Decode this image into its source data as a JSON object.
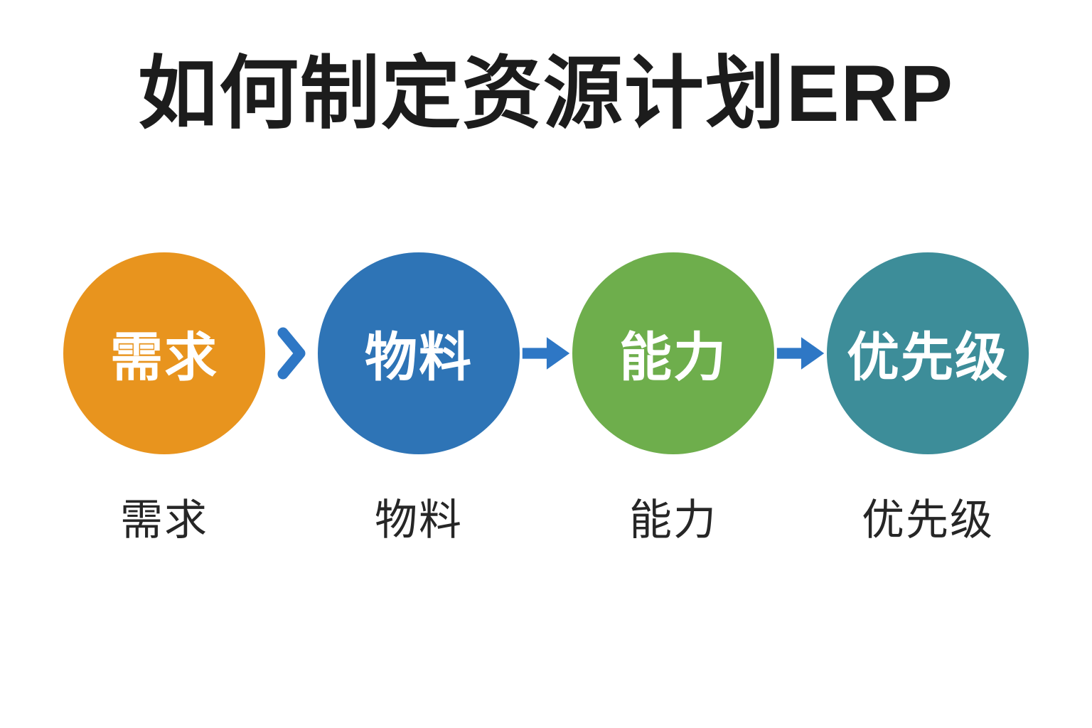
{
  "title": "如何制定资源计划ERP",
  "title_color": "#1c1c1c",
  "background_color": "#ffffff",
  "arrow_color": "#2e77c5",
  "steps": [
    {
      "circle_label": "需求",
      "caption": "需求",
      "color": "#e8941e"
    },
    {
      "circle_label": "物料",
      "caption": "物料",
      "color": "#2e74b6"
    },
    {
      "circle_label": "能力",
      "caption": "能力",
      "color": "#6eae4c"
    },
    {
      "circle_label": "优先级",
      "caption": "优先级",
      "color": "#3d8d99"
    }
  ],
  "arrows": [
    {
      "style": "chevron",
      "color": "#2e77c5"
    },
    {
      "style": "arrow-with-tail",
      "color": "#2e77c5"
    },
    {
      "style": "arrow-with-tail",
      "color": "#2e77c5"
    }
  ]
}
